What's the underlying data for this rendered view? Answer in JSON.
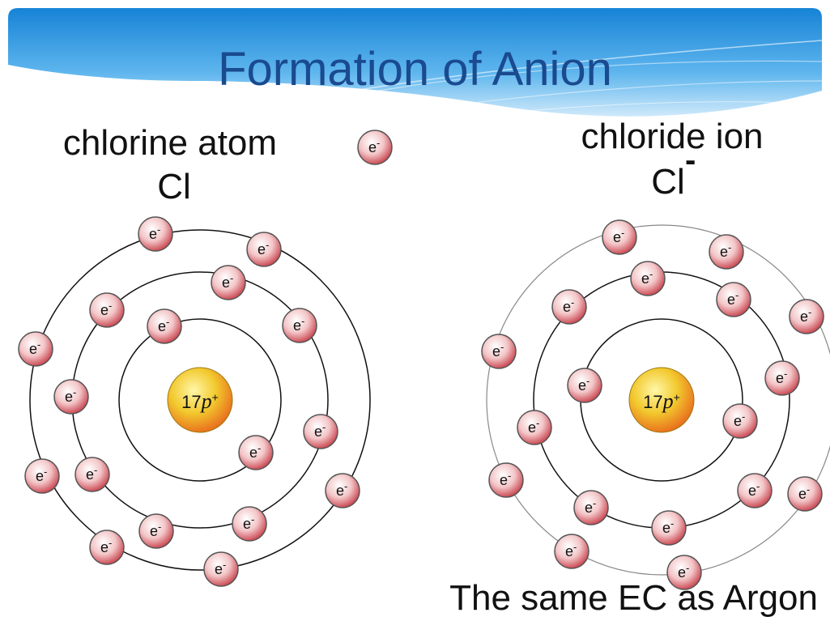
{
  "title": "Formation of Anion",
  "atom": {
    "name": "chlorine atom",
    "symbol": "Cl"
  },
  "ion": {
    "name": "chloride ion",
    "symbol": "Cl",
    "charge": "-"
  },
  "nucleus": {
    "count": "17",
    "particle": "p",
    "sign": "+"
  },
  "electron_label": "e",
  "electron_sign": "-",
  "atom_shell_electrons": [
    2,
    8,
    7
  ],
  "ion_shell_electrons": [
    2,
    8,
    8
  ],
  "caption": "The same EC as Argon",
  "colors": {
    "title": "#1a4a8f",
    "header_blue": "#1e8fdc",
    "electron_fill": "#e07a80",
    "nucleus_fill": "#f2c12e"
  }
}
